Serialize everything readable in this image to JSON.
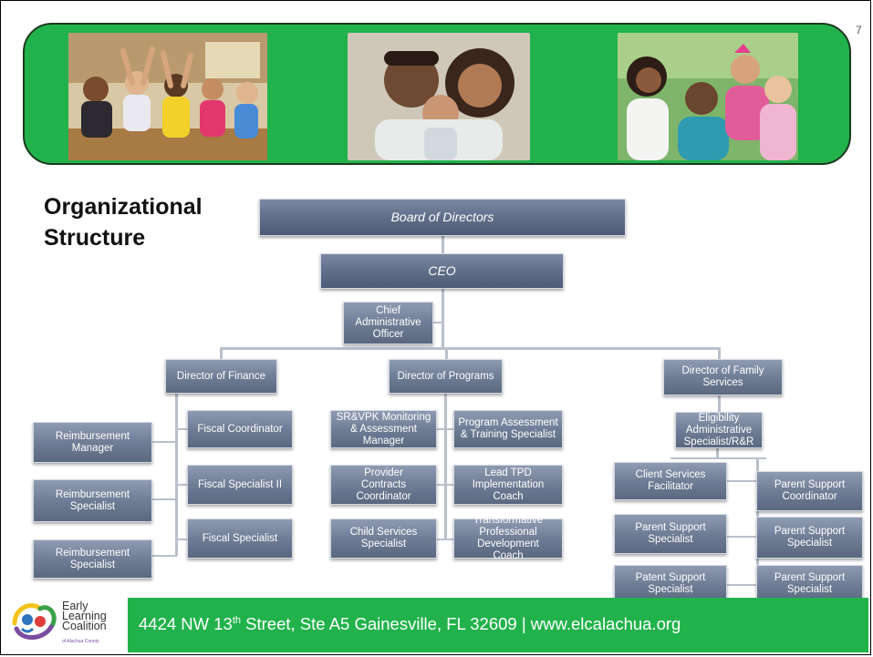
{
  "page_number": "7",
  "section_title": [
    "Organizational",
    "Structure"
  ],
  "banner": {
    "photos": [
      "children-raising-hands-photo",
      "family-portrait-photo",
      "children-hugging-photo"
    ]
  },
  "org_chart": {
    "board": "Board of Directors",
    "ceo": "CEO",
    "cao": "Chief Administrative Officer",
    "director_finance": "Director of Finance",
    "director_programs": "Director of Programs",
    "director_family": "Director of Family Services",
    "finance_left": [
      "Reimbursement Manager",
      "Reimbursement Specialist",
      "Reimbursement Specialist"
    ],
    "finance_right": [
      "Fiscal Coordinator",
      "Fiscal Specialist II",
      "Fiscal Specialist"
    ],
    "programs_left": [
      "SR&VPK Monitoring & Assessment Manager",
      "Provider Contracts Coordinator",
      "Child Services Specialist"
    ],
    "programs_right": [
      "Program Assessment & Training Specialist",
      "Lead TPD Implementation Coach",
      "Transformative Professional Development Coach"
    ],
    "eligibility": "Eligibility Administrative Specialist/R&R",
    "family_left": [
      "Client Services Facilitator",
      "Parent Support Specialist",
      "Patent Support Specialist"
    ],
    "family_right": [
      "Parent Support Coordinator",
      "Parent Support Specialist",
      "Parent Support Specialist"
    ]
  },
  "footer": {
    "address_pre": "4424 NW 13",
    "address_sup": "th",
    "address_post": " Street, Ste A5 Gainesville, FL 32609  |  www.elcalachua.org"
  },
  "logo": {
    "lines": [
      "Early",
      "Learning",
      "Coalition"
    ],
    "subtitle": "of Alachua County"
  },
  "colors": {
    "banner_green": "#22b24c",
    "box_blue_gray": "#6f7d96",
    "connector": "#b9c0cc"
  }
}
